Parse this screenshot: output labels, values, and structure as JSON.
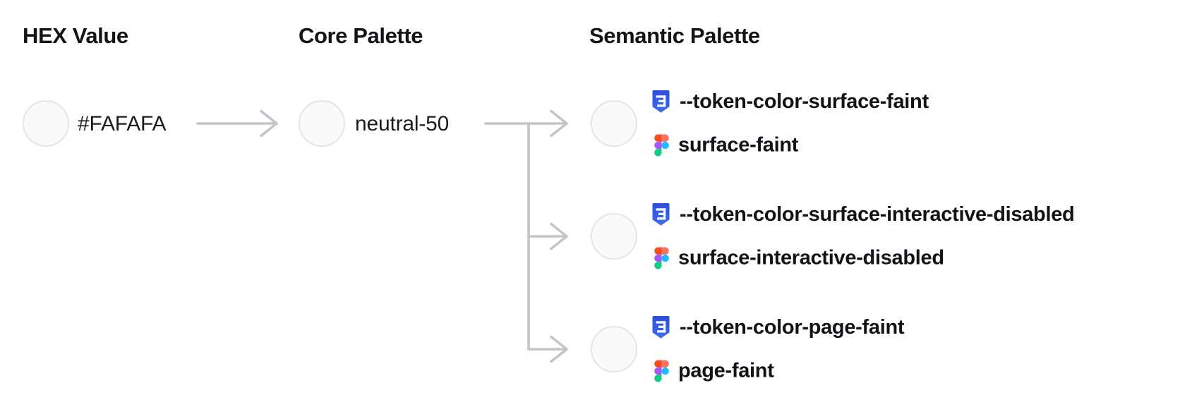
{
  "hex_column": {
    "header": "HEX Value",
    "value": "#FAFAFA",
    "swatch_color": "#FAFAFA"
  },
  "core_column": {
    "header": "Core Palette",
    "value": "neutral-50",
    "swatch_color": "#FAFAFA"
  },
  "semantic_column": {
    "header": "Semantic Palette",
    "entries": [
      {
        "css_token": "--token-color-surface-faint",
        "figma_token": "surface-faint",
        "swatch_color": "#FAFAFA"
      },
      {
        "css_token": "--token-color-surface-interactive-disabled",
        "figma_token": "surface-interactive-disabled",
        "swatch_color": "#FAFAFA"
      },
      {
        "css_token": "--token-color-page-faint",
        "figma_token": "page-faint",
        "swatch_color": "#FAFAFA"
      }
    ]
  },
  "icons": {
    "css": "css3-shield",
    "figma": "figma-logo"
  },
  "colors": {
    "swatch_fill": "#FAFAFA",
    "swatch_border": "#E4E5E9",
    "connector": "#C3C5CC",
    "text": "#121418",
    "css_icon_blue_top": "#2B4FDC",
    "css_icon_blue_bottom": "#3E6DF1",
    "figma_orange": "#F24E1E",
    "figma_salmon": "#FF7262",
    "figma_purple": "#A259FF",
    "figma_blue": "#1ABCFE",
    "figma_green": "#0ACF83"
  }
}
